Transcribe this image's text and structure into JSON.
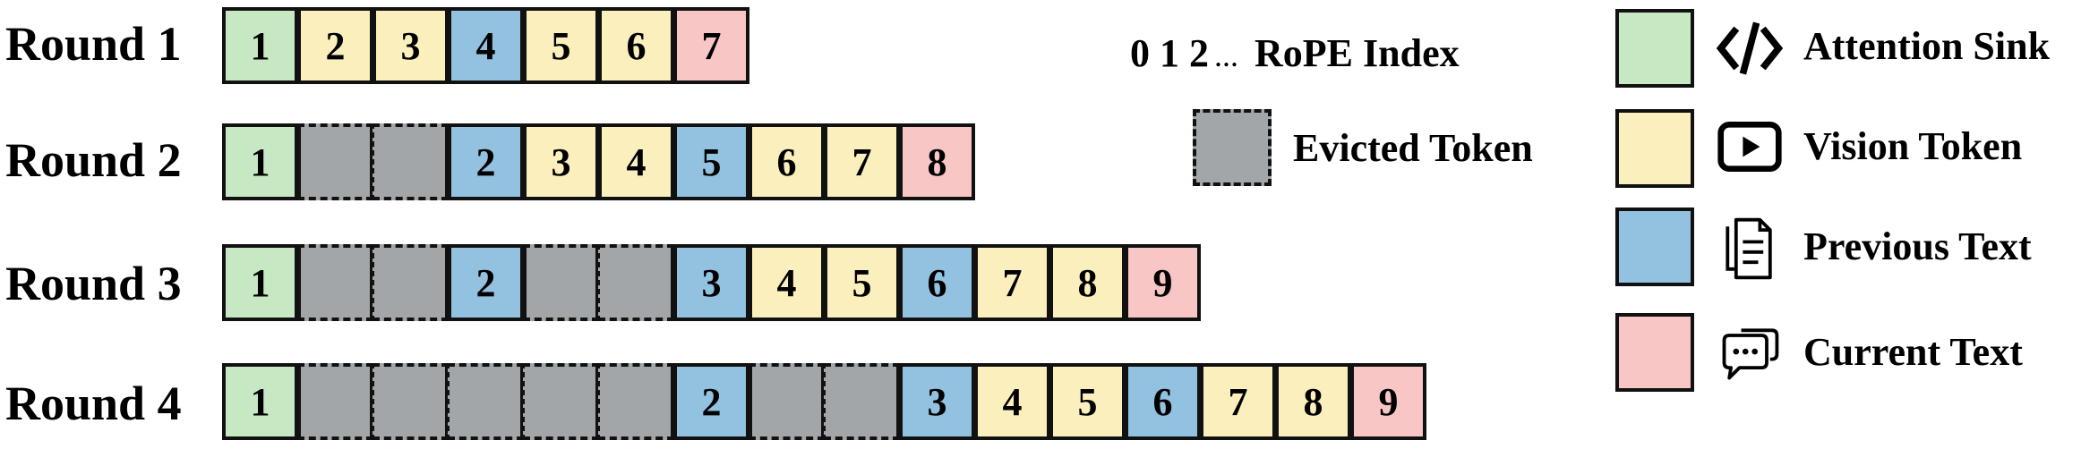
{
  "rounds": [
    {
      "label": "Round 1",
      "cells": [
        {
          "type": "sink",
          "index": "1"
        },
        {
          "type": "vision",
          "index": "2"
        },
        {
          "type": "vision",
          "index": "3"
        },
        {
          "type": "prev",
          "index": "4"
        },
        {
          "type": "vision",
          "index": "5"
        },
        {
          "type": "vision",
          "index": "6"
        },
        {
          "type": "current",
          "index": "7"
        }
      ]
    },
    {
      "label": "Round 2",
      "cells": [
        {
          "type": "sink",
          "index": "1"
        },
        {
          "type": "evicted",
          "index": ""
        },
        {
          "type": "evicted",
          "index": ""
        },
        {
          "type": "prev",
          "index": "2"
        },
        {
          "type": "vision",
          "index": "3"
        },
        {
          "type": "vision",
          "index": "4"
        },
        {
          "type": "prev",
          "index": "5"
        },
        {
          "type": "vision",
          "index": "6"
        },
        {
          "type": "vision",
          "index": "7"
        },
        {
          "type": "current",
          "index": "8"
        }
      ]
    },
    {
      "label": "Round 3",
      "cells": [
        {
          "type": "sink",
          "index": "1"
        },
        {
          "type": "evicted",
          "index": ""
        },
        {
          "type": "evicted",
          "index": ""
        },
        {
          "type": "prev",
          "index": "2"
        },
        {
          "type": "evicted",
          "index": ""
        },
        {
          "type": "evicted",
          "index": ""
        },
        {
          "type": "prev",
          "index": "3"
        },
        {
          "type": "vision",
          "index": "4"
        },
        {
          "type": "vision",
          "index": "5"
        },
        {
          "type": "prev",
          "index": "6"
        },
        {
          "type": "vision",
          "index": "7"
        },
        {
          "type": "vision",
          "index": "8"
        },
        {
          "type": "current",
          "index": "9"
        }
      ]
    },
    {
      "label": "Round 4",
      "cells": [
        {
          "type": "sink",
          "index": "1"
        },
        {
          "type": "evicted",
          "index": ""
        },
        {
          "type": "evicted",
          "index": ""
        },
        {
          "type": "evicted",
          "index": ""
        },
        {
          "type": "evicted",
          "index": ""
        },
        {
          "type": "evicted",
          "index": ""
        },
        {
          "type": "prev",
          "index": "2"
        },
        {
          "type": "evicted",
          "index": ""
        },
        {
          "type": "evicted",
          "index": ""
        },
        {
          "type": "prev",
          "index": "3"
        },
        {
          "type": "vision",
          "index": "4"
        },
        {
          "type": "vision",
          "index": "5"
        },
        {
          "type": "prev",
          "index": "6"
        },
        {
          "type": "vision",
          "index": "7"
        },
        {
          "type": "vision",
          "index": "8"
        },
        {
          "type": "current",
          "index": "9"
        }
      ]
    }
  ],
  "rope_legend": {
    "digits": "0 1 2",
    "dots": "...",
    "label": "RoPE Index"
  },
  "evicted_legend": {
    "label": "Evicted Token"
  },
  "legend": [
    {
      "type": "sink",
      "icon": "code-icon",
      "label": "Attention Sink",
      "color": "#c6e8c2"
    },
    {
      "type": "vision",
      "icon": "play-icon",
      "label": "Vision Token",
      "color": "#fbf0bd"
    },
    {
      "type": "prev",
      "icon": "documents-icon",
      "label": "Previous Text",
      "color": "#92c2df"
    },
    {
      "type": "current",
      "icon": "chat-icon",
      "label": "Current Text",
      "color": "#f9c6c6"
    }
  ]
}
